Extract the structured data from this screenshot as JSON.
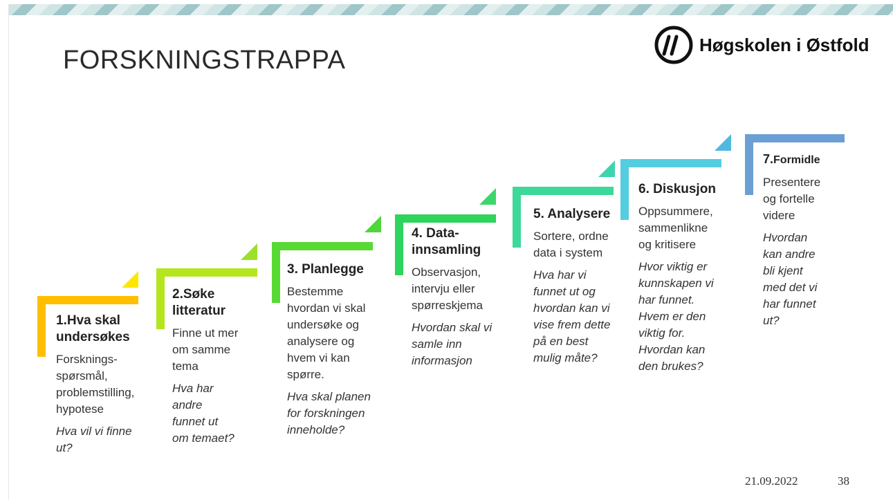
{
  "slide": {
    "title": "FORSKNINGSTRAPPA",
    "logo_text": "Høgskolen i Østfold",
    "logo_icon": "hiof-logo-icon",
    "date": "21.09.2022",
    "page_number": "38"
  },
  "steps": [
    {
      "heading": [
        "1.Hva skal",
        "undersøkes"
      ],
      "description": [
        "Forsknings-",
        "spørsmål,",
        "problemstilling,",
        "hypotese"
      ],
      "question": [
        "Hva vil vi finne",
        "ut?"
      ],
      "color": "#ffbf00"
    },
    {
      "heading": [
        "2.Søke",
        "litteratur"
      ],
      "description": [
        "Finne ut mer",
        "om samme",
        "tema"
      ],
      "question": [
        "Hva har",
        "andre",
        "funnet ut",
        "om temaet?"
      ],
      "color": "#b4e61e"
    },
    {
      "heading": [
        "3. Planlegge"
      ],
      "description": [
        "Bestemme",
        "hvordan vi skal",
        "undersøke og",
        "analysere og",
        "hvem vi kan",
        "spørre."
      ],
      "question": [
        "Hva skal planen",
        "for forskningen",
        "inneholde?"
      ],
      "color": "#58d934"
    },
    {
      "heading": [
        "4. Data-",
        "innsamling"
      ],
      "description": [
        "Observasjon,",
        "intervju eller",
        "spørreskjema"
      ],
      "question": [
        "Hvordan skal vi",
        "samle inn",
        "informasjon"
      ],
      "color": "#2ed45c"
    },
    {
      "heading": [
        "5. Analysere"
      ],
      "description": [
        "Sortere, ordne",
        "data i system"
      ],
      "question": [
        "Hva har vi",
        "funnet ut og",
        "hvordan kan vi",
        "vise frem dette",
        "på en best",
        "mulig måte?"
      ],
      "color": "#3dd89a"
    },
    {
      "heading": [
        "6. Diskusjon"
      ],
      "description": [
        "Oppsummere,",
        "sammenlikne",
        "og kritisere"
      ],
      "question": [
        "Hvor viktig er",
        "kunnskapen vi",
        "har funnet.",
        "Hvem er den",
        "viktig for.",
        "Hvordan kan",
        "den brukes?"
      ],
      "color": "#54cde0"
    },
    {
      "heading_num": "7.",
      "heading_word": "Formidle",
      "description": [
        "Presentere",
        "og fortelle",
        "videre"
      ],
      "question": [
        "Hvordan",
        "kan andre",
        "bli kjent",
        "med det vi",
        "har funnet",
        "ut?"
      ],
      "color": "#6b9fd4"
    }
  ]
}
